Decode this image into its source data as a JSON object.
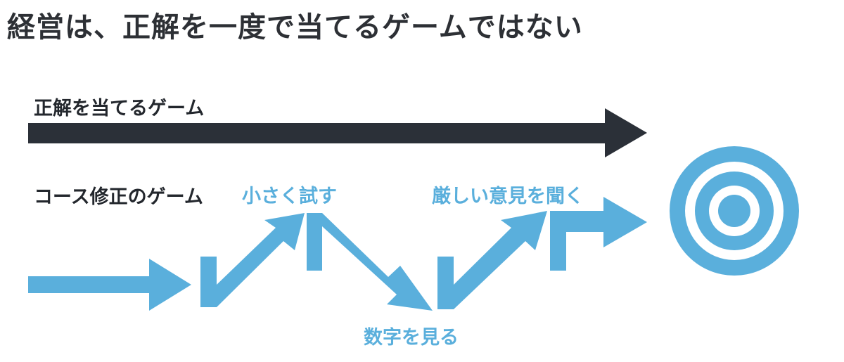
{
  "title": "経営は、正解を一度で当てるゲームではない",
  "rows": {
    "top_label": "正解を当てるゲーム",
    "bottom_label": "コース修正のゲーム"
  },
  "steps": [
    {
      "label": "小さく試す"
    },
    {
      "label": "数字を見る"
    },
    {
      "label": "厳しい意見を聞く"
    }
  ],
  "colors": {
    "dark_arrow": "#2b3038",
    "blue": "#5aafdc",
    "text_dark": "#23272d"
  },
  "icons": {
    "target": "bullseye-icon"
  }
}
